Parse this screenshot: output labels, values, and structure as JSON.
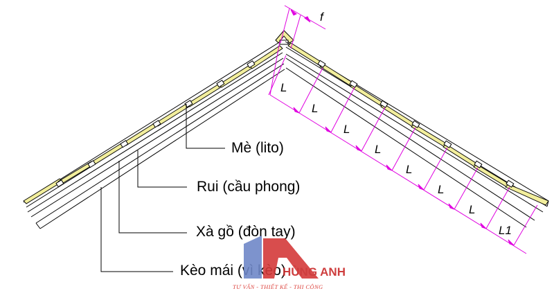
{
  "labels": {
    "me": "Mè (lito)",
    "rui": "Rui (cầu phong)",
    "xa_go": "Xà gồ (đòn tay)",
    "keo_mai": "Kèo mái (vì kèo)"
  },
  "dimensions": {
    "f": "f",
    "L": "L",
    "L1": "L1"
  },
  "logo": {
    "brand": "HÙNG ANH",
    "tagline": "TƯ VẤN - THIẾT KẾ - THI CÔNG"
  },
  "colors": {
    "dimension": "#e000e0",
    "tile_fill": "#f2ee9c",
    "logo_red": "#c92a2a",
    "logo_blue": "#6f88c8",
    "line": "#000000"
  }
}
